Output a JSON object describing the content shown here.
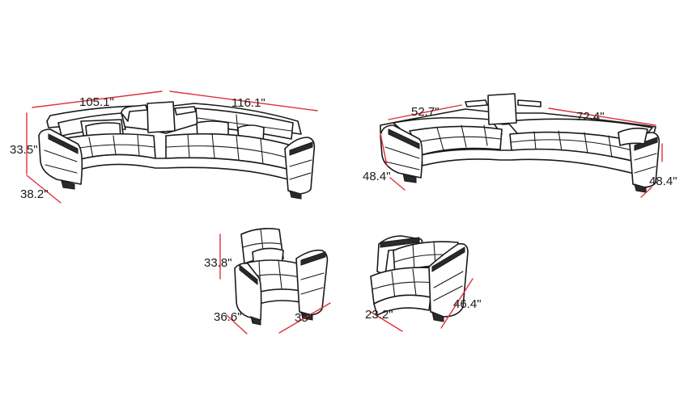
{
  "colors": {
    "dimension_line": "#e0303a",
    "outline": "#1a1a1a",
    "background": "#ffffff"
  },
  "sectional_sofa": {
    "width_left": "105.1\"",
    "width_right": "116.1\"",
    "height": "33.5\"",
    "depth": "38.2\""
  },
  "sectional_bed": {
    "width_left": "52.7\"",
    "width_right": "72.4\"",
    "depth_left": "48.4\"",
    "depth_right": "48.4\""
  },
  "armchair": {
    "height": "33.8\"",
    "depth": "36.6\"",
    "width": "35\""
  },
  "armchair_bed": {
    "width": "23.2\"",
    "length": "46.4\""
  }
}
